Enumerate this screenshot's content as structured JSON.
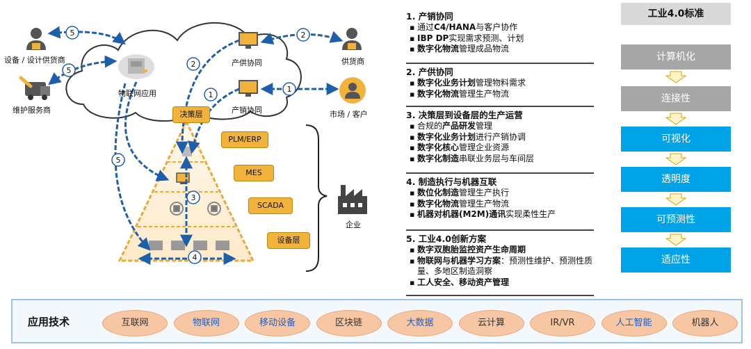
{
  "diagram": {
    "nodes": {
      "equipment_supplier": "设备 / 设计供货商",
      "maintenance_provider": "维护服务商",
      "iot_app": "物联网应用",
      "collab_top": "产供协同",
      "collab_mid": "产销协同",
      "supplier": "供货商",
      "market_customer": "市场 / 客户",
      "decision_layer": "决策层",
      "enterprise": "企业"
    },
    "pyramid_layers": [
      "PLM/ERP",
      "MES",
      "SCADA",
      "设备层"
    ],
    "arrow_numbers": [
      "5",
      "5",
      "2",
      "2",
      "1",
      "1",
      "3",
      "4",
      "5"
    ]
  },
  "sections": [
    {
      "title": "1.  产销协同",
      "items": [
        [
          {
            "t": "通过",
            "b": false
          },
          {
            "t": "C4/HANA",
            "b": true
          },
          {
            "t": "与客户协作",
            "b": false
          }
        ],
        [
          {
            "t": "IBP DP",
            "b": true
          },
          {
            "t": "实现需求预测、计划",
            "b": false
          }
        ],
        [
          {
            "t": "数字化物流",
            "b": true
          },
          {
            "t": "管理成品物流",
            "b": false
          }
        ]
      ]
    },
    {
      "title": "2.   产供协同",
      "items": [
        [
          {
            "t": "数字化业务计划",
            "b": true
          },
          {
            "t": "管理物料需求",
            "b": false
          }
        ],
        [
          {
            "t": "数字化物流",
            "b": true
          },
          {
            "t": "管理生产物流",
            "b": false
          }
        ]
      ]
    },
    {
      "title": "3.  决策层到设备层的生产运营",
      "items": [
        [
          {
            "t": "合规的",
            "b": false
          },
          {
            "t": "产品研发",
            "b": true
          },
          {
            "t": "管理",
            "b": false
          }
        ],
        [
          {
            "t": "数字化业务计划",
            "b": true
          },
          {
            "t": "进行产销协调",
            "b": false
          }
        ],
        [
          {
            "t": "数字化核心",
            "b": true
          },
          {
            "t": "管理企业资源",
            "b": false
          }
        ],
        [
          {
            "t": "数字化制造",
            "b": true
          },
          {
            "t": "串联业务层与车间层",
            "b": false
          }
        ]
      ]
    },
    {
      "title": "4.  制造执行与机器互联",
      "items": [
        [
          {
            "t": "数位化制造",
            "b": true
          },
          {
            "t": "管理生产执行",
            "b": false
          }
        ],
        [
          {
            "t": "数字化物流",
            "b": true
          },
          {
            "t": "管理生产物流",
            "b": false
          }
        ],
        [
          {
            "t": "机器对机器(M2M)通讯",
            "b": true
          },
          {
            "t": "实现柔性生产",
            "b": false
          }
        ]
      ]
    },
    {
      "title": "5.  工业4.0创新方案",
      "items": [
        [
          {
            "t": "数字双胞胎监控资产生命周期",
            "b": true
          }
        ],
        [
          {
            "t": "物联网与机器学习方案",
            "b": true
          },
          {
            "t": "：预测性维护、预测性质量、多地区制造洞察",
            "b": false
          }
        ],
        [
          {
            "t": "工人安全、移动资产管理",
            "b": true
          }
        ]
      ]
    }
  ],
  "standard": {
    "title": "工业4.0标准",
    "levels": [
      "计算机化",
      "连接性",
      "可视化",
      "透明度",
      "可预测性",
      "适应性"
    ],
    "colors": {
      "gray": "#A6A6A6",
      "blue": "#00A2E8"
    }
  },
  "bottom": {
    "title": "应用技术",
    "techs": [
      "互联网",
      "物联网",
      "移动设备",
      "区块链",
      "大数据",
      "云计算",
      "IR/VR",
      "人工智能",
      "机器人"
    ],
    "tech_colors": [
      "gray",
      "blue",
      "blue",
      "gray",
      "blue",
      "gray",
      "gray",
      "blue",
      "gray"
    ]
  }
}
